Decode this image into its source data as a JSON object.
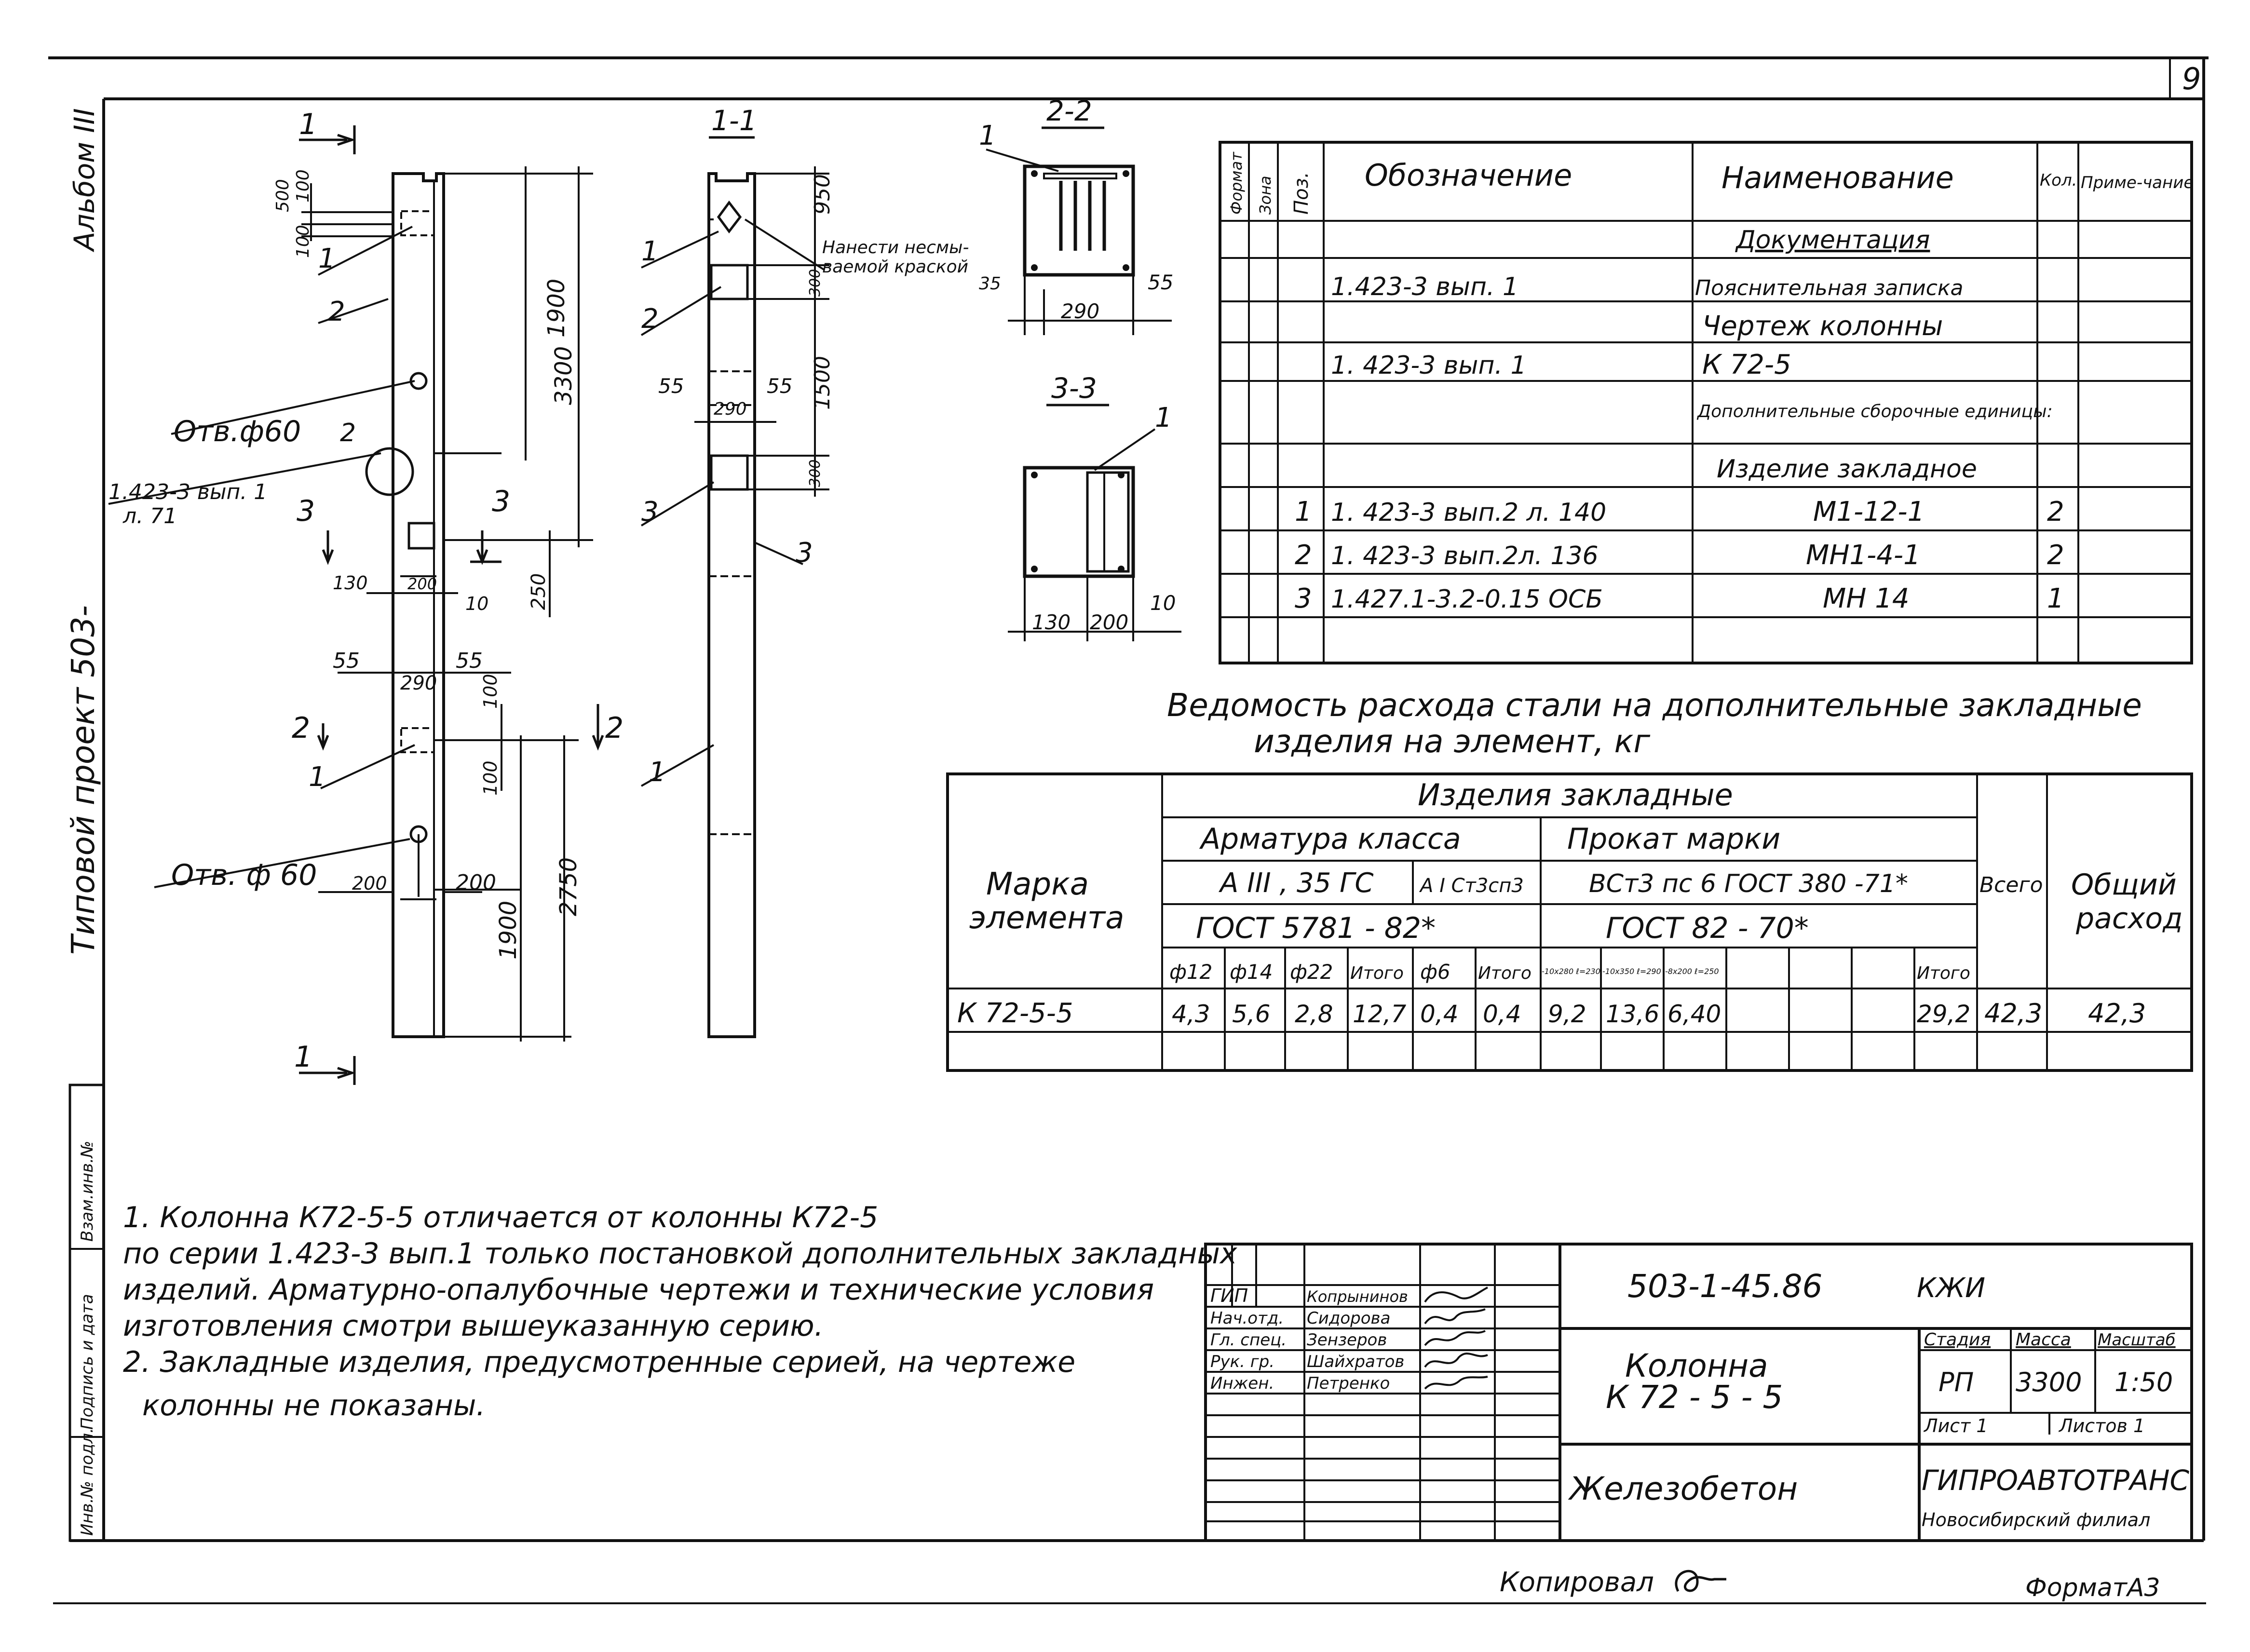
{
  "sheet": {
    "number": "9",
    "album": "Альбом III",
    "project": "Типовой проект 503-",
    "copied_by": "Копировал",
    "format": "ФорматА3",
    "side_stamp": [
      "Инв.№ подл.",
      "Подпись и дата",
      "Взам.инв.№"
    ]
  },
  "column_drawing": {
    "section_marks": [
      "1",
      "1",
      "3",
      "3",
      "2",
      "2"
    ],
    "section_titles": [
      "1-1",
      "2-2",
      "3-3"
    ],
    "hole_label_top": "Отв.ф60",
    "hole_label_bottom": "Отв. ф 60",
    "ref_line1": "1.423-3 вып. 1",
    "ref_line2": "л. 71",
    "paint_note": [
      "Нанести несмы-",
      "ваемой краской"
    ],
    "pos_labels": [
      "1",
      "2",
      "1",
      "2",
      "1",
      "1",
      "2",
      "3",
      "1",
      "1",
      "3"
    ],
    "dims": [
      "500",
      "100",
      "100",
      "1900",
      "3300",
      "130",
      "200",
      "10",
      "250",
      "55",
      "290",
      "55",
      "100",
      "100",
      "200",
      "200",
      "2750",
      "1900",
      "950",
      "300",
      "1500",
      "300",
      "55",
      "290",
      "55",
      "35",
      "290",
      "55",
      "130",
      "200",
      "10"
    ]
  },
  "spec_table": {
    "headers": [
      "Формат",
      "Зона",
      "Поз.",
      "Обозначение",
      "Наименование",
      "Кол.",
      "Приме-чание"
    ],
    "rows": [
      {
        "pos": "",
        "designation": "",
        "name": "Документация",
        "qty": "",
        "style": "underline"
      },
      {
        "pos": "",
        "designation": "1.423-3      вып. 1",
        "name": "Пояснительная записка",
        "qty": ""
      },
      {
        "pos": "",
        "designation": "",
        "name": "Чертеж колонны",
        "qty": ""
      },
      {
        "pos": "",
        "designation": "1. 423-3      вып. 1",
        "name": "К 72-5",
        "qty": ""
      },
      {
        "pos": "",
        "designation": "",
        "name": "Дополнительные сборочные единицы:",
        "qty": "",
        "style": "small"
      },
      {
        "pos": "",
        "designation": "",
        "name": "Изделие закладное",
        "qty": ""
      },
      {
        "pos": "1",
        "designation": "1. 423-3      вып.2 л. 140",
        "name": "М1-12-1",
        "qty": "2"
      },
      {
        "pos": "2",
        "designation": "1. 423-3      вып.2л. 136",
        "name": "МН1-4-1",
        "qty": "2"
      },
      {
        "pos": "3",
        "designation": "1.427.1-3.2-0.15 ОСБ",
        "name": "МН 14",
        "qty": "1"
      },
      {
        "pos": "",
        "designation": "",
        "name": "",
        "qty": ""
      }
    ]
  },
  "steel_table": {
    "title_line1": "Ведомость расхода стали на дополнительные закладные",
    "title_line2": "изделия на элемент, кг",
    "col_mark": [
      "Марка",
      "элемента"
    ],
    "group_header": "Изделия закладные",
    "armature_class": "Арматура класса",
    "armature_sub1": "А III , 35 ГС",
    "armature_sub2": "А I Ст3сп3",
    "armature_gost": "ГОСТ 5781 - 82*",
    "prokat_marki": "Прокат марки",
    "prokat_sub": "ВСт3 пс 6 ГОСТ 380 -71*",
    "prokat_gost": "ГОСТ 82 - 70*",
    "total_label": "Всего",
    "overall_label": [
      "Общий",
      "расход"
    ],
    "sub_cols": [
      "ф12",
      "ф14",
      "ф22",
      "Итого",
      "ф6",
      "Итого",
      "-10х280 ℓ=230",
      "-10х350 ℓ=290",
      "-8х200 ℓ=250",
      "",
      "",
      "",
      "Итого"
    ],
    "rows": [
      {
        "mark": "К 72-5-5",
        "values": [
          "4,3",
          "5,6",
          "2,8",
          "12,7",
          "0,4",
          "0,4",
          "9,2",
          "13,6",
          "6,40",
          "",
          "",
          "",
          "29,2"
        ],
        "total": "42,3",
        "overall": "42,3"
      }
    ]
  },
  "notes": {
    "n1_line1": "1. Колонна К72-5-5               отличается от колонны К72-5",
    "n1_line2": "по серии 1.423-3 вып.1 только постановкой дополнительных закладных",
    "n1_line3": "изделий. Арматурно-опалубочные чертежи и технические условия",
    "n1_line4": "изготовления смотри вышеуказанную серию.",
    "n2_line1": "2. Закладные изделия, предусмотренные серией, на чертеже",
    "n2_line2": "колонны не показаны."
  },
  "title_block": {
    "code": "503-1-45.86",
    "code_suffix": "КЖИ",
    "roles": [
      "ГИП",
      "Нач.отд.",
      "Гл. спец.",
      "Рук. гр.",
      "Инжен."
    ],
    "names": [
      "Копрынинов",
      "Сидорова",
      "Зензеров",
      "Шайхратов",
      "Петренко"
    ],
    "title_line1": "Колонна",
    "title_line2": "К 72 - 5 - 5",
    "material": "Железобетон",
    "stage_label": "Стадия",
    "mass_label": "Масса",
    "scale_label": "Масштаб",
    "stage": "РП",
    "mass": "3300",
    "scale": "1:50",
    "sheet_label": "Лист 1",
    "sheets_label": "Листов 1",
    "org": "ГИПРОАВТОТРАНС",
    "branch": "Новосибирский филиал"
  }
}
